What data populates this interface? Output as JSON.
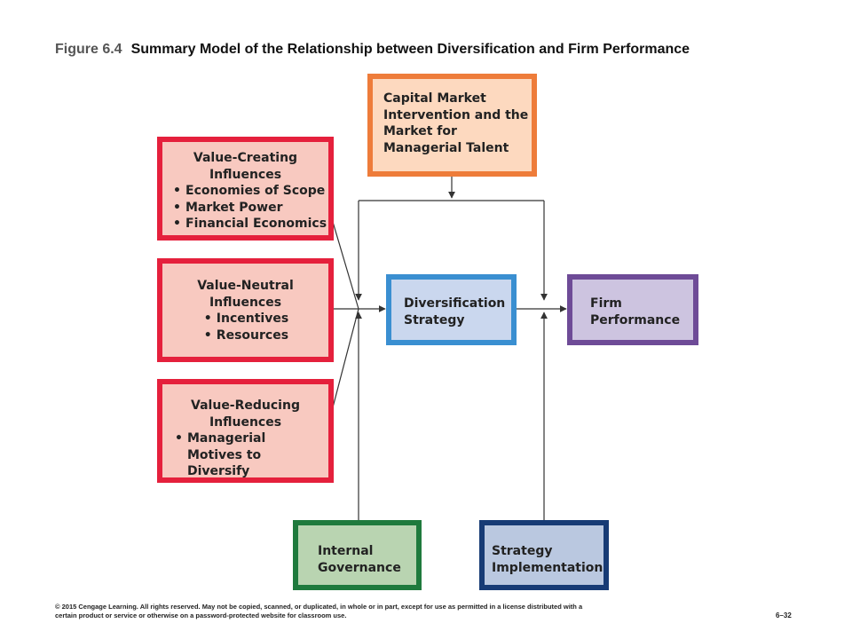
{
  "title": {
    "figure_number": "Figure 6.4",
    "text": "Summary Model of the Relationship between Diversification and Firm Performance"
  },
  "boxes": {
    "capital_market": {
      "lines": [
        "Capital Market",
        "Intervention and the",
        "Market for",
        "Managerial Talent"
      ]
    },
    "value_creating": {
      "heading": [
        "Value-Creating",
        "Influences"
      ],
      "items": [
        "Economies of Scope",
        "Market Power",
        "Financial Economics"
      ]
    },
    "value_neutral": {
      "heading": [
        "Value-Neutral",
        "Influences"
      ],
      "items": [
        "Incentives",
        "Resources"
      ]
    },
    "value_reducing": {
      "heading": [
        "Value-Reducing",
        "Influences"
      ],
      "items": [
        "Managerial Motives to Diversify"
      ]
    },
    "diversification": {
      "lines": [
        "Diversification",
        "Strategy"
      ]
    },
    "firm_performance": {
      "lines": [
        "Firm",
        "Performance"
      ]
    },
    "internal_governance": {
      "lines": [
        "Internal",
        "Governance"
      ]
    },
    "strategy_implementation": {
      "lines": [
        "Strategy",
        "Implementation"
      ]
    }
  },
  "footer": {
    "copyright": "© 2015 Cengage Learning. All rights reserved. May not be copied, scanned, or duplicated, in whole or in part, except for use as permitted in a license distributed with a certain product or service or otherwise on a password-protected website for classroom use.",
    "page_number": "6–32"
  },
  "colors": {
    "red_border": "#e5203c",
    "orange_border": "#ee7c3a",
    "blue_border": "#3a8fd1",
    "purple_border": "#6e4b97",
    "green_border": "#1f7a3d",
    "navy_border": "#173b75"
  }
}
